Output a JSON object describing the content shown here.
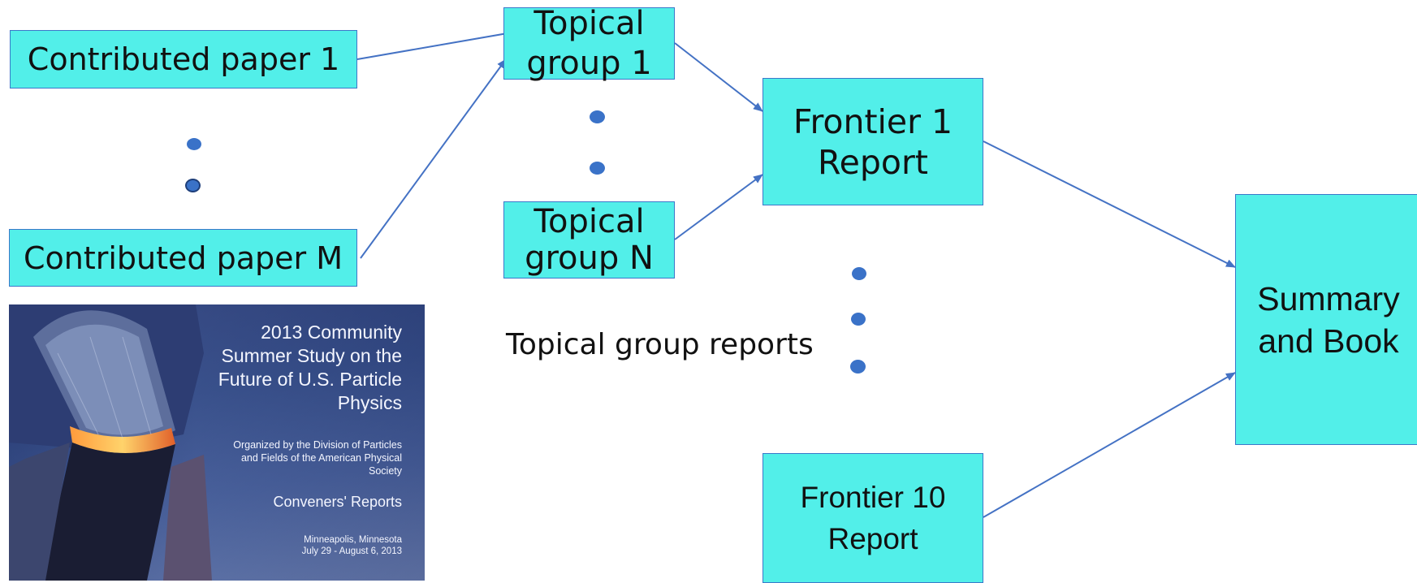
{
  "nodes": {
    "contributed_paper_1": "Contributed paper 1",
    "contributed_paper_m": "Contributed paper M",
    "topical_group_1": "Topical group 1",
    "topical_group_n": "Topical group N",
    "frontier_1": "Frontier 1 Report",
    "frontier_10": "Frontier 10 Report",
    "summary": "Summary and Book"
  },
  "annotation": {
    "topical_group_reports": "Topical group reports"
  },
  "book_cover": {
    "title": "2013 Community Summer Study on the Future of U.S. Particle Physics",
    "organizer": "Organized by the Division of Particles and Fields of the American Physical Society",
    "subtitle": "Conveners' Reports",
    "location": "Minneapolis, Minnesota",
    "dates": "July 29 - August 6, 2013"
  },
  "edges": [
    {
      "from": "Contributed paper 1",
      "to": "Topical group 1"
    },
    {
      "from": "Contributed paper M",
      "to": "Topical group 1"
    },
    {
      "from": "Topical group 1",
      "to": "Frontier 1 Report"
    },
    {
      "from": "Topical group N",
      "to": "Frontier 1 Report"
    },
    {
      "from": "Frontier 1 Report",
      "to": "Summary and Book"
    },
    {
      "from": "Frontier 10 Report",
      "to": "Summary and Book"
    }
  ],
  "colors": {
    "box_fill": "#52efe9",
    "box_border": "#3b78c9",
    "arrow": "#4472c4",
    "dot": "#3a72c8"
  }
}
